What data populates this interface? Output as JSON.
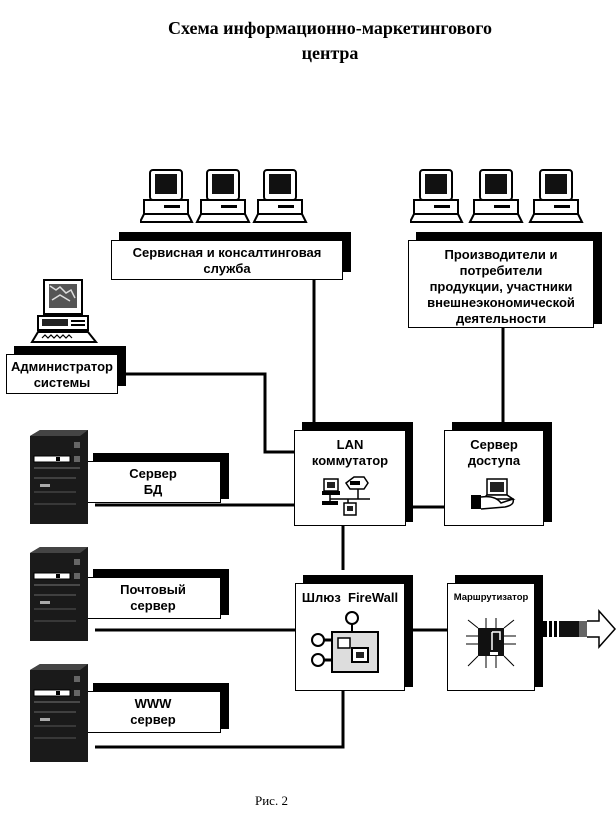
{
  "title": "Схема информационно-маркетингового\nцентра",
  "title_lines": [
    "Схема информационно-маркетингового",
    "центра"
  ],
  "caption": "Рис. 2",
  "nodes": {
    "service": {
      "label_lines": [
        "Сервисная и консалтинговая",
        "служба"
      ],
      "icon": "workstation-icon",
      "icon_count": 3
    },
    "producers": {
      "label_lines": [
        "Производители и",
        "потребители",
        "продукции, участники",
        "внешнеэкономической",
        "деятельности"
      ],
      "icon": "workstation-icon",
      "icon_count": 3
    },
    "admin": {
      "label_lines": [
        "Администратор",
        "системы"
      ],
      "icon": "admin-computer-icon"
    },
    "lan": {
      "label_lines": [
        "LAN",
        "коммутатор"
      ],
      "icon": "network-switch-icon"
    },
    "access": {
      "label_lines": [
        "Сервер",
        "доступа"
      ],
      "icon": "hand-laptop-icon"
    },
    "db": {
      "label_lines": [
        "Сервер",
        "БД"
      ],
      "icon": "server-tower-icon"
    },
    "mail": {
      "label_lines": [
        "Почтовый",
        "сервер"
      ],
      "icon": "server-tower-icon"
    },
    "www": {
      "label_lines": [
        "WWW",
        "сервер"
      ],
      "icon": "server-tower-icon"
    },
    "firewall": {
      "label_lines": [
        "Шлюз  FireWall"
      ],
      "icon": "firewall-gateway-icon"
    },
    "router": {
      "label_lines": [
        "Маршрутизатор"
      ],
      "icon": "router-chip-icon"
    }
  },
  "edges": [
    [
      "service",
      "lan"
    ],
    [
      "admin",
      "lan"
    ],
    [
      "producers",
      "access"
    ],
    [
      "db",
      "lan"
    ],
    [
      "lan",
      "access"
    ],
    [
      "lan",
      "firewall"
    ],
    [
      "mail",
      "firewall"
    ],
    [
      "www",
      "firewall"
    ],
    [
      "firewall",
      "router"
    ],
    [
      "router",
      "external-network"
    ]
  ],
  "external_arrow": "outbound-arrow-icon"
}
